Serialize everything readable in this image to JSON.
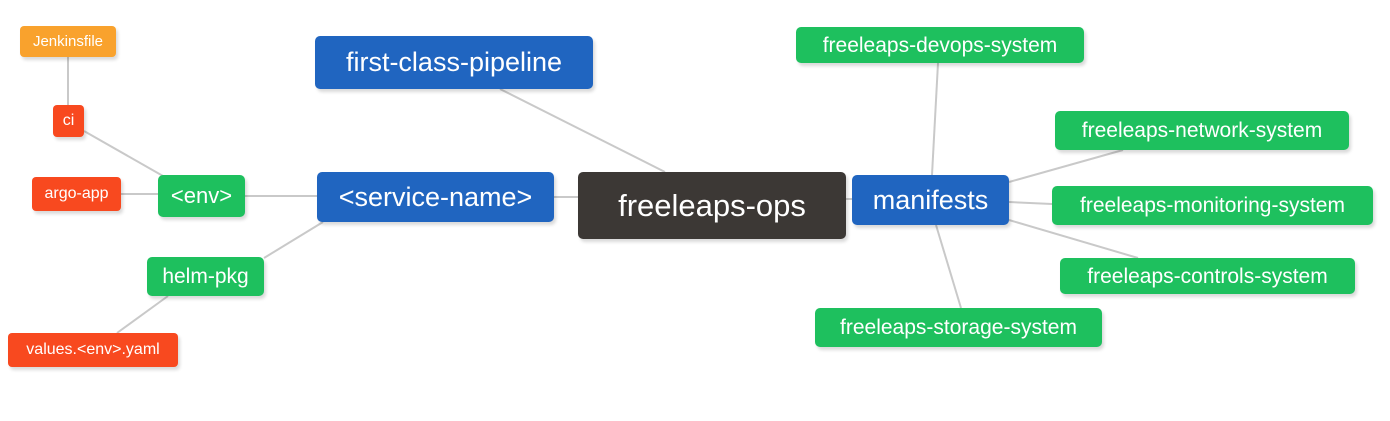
{
  "colors": {
    "background": "#ffffff",
    "edge": "#c9c9c9",
    "text": "#ffffff",
    "green": "#1ec05e",
    "blue": "#2065c0",
    "red": "#f8491f",
    "orange": "#f9a22d",
    "dark": "#3c3835"
  },
  "diagram": {
    "nodes": {
      "jenkinsfile": {
        "label": "Jenkinsfile"
      },
      "ci": {
        "label": "ci"
      },
      "argo_app": {
        "label": "argo-app"
      },
      "env": {
        "label": "<env>"
      },
      "helm_pkg": {
        "label": "helm-pkg"
      },
      "values_env_yaml": {
        "label": "values.<env>.yaml"
      },
      "first_class_pipeline": {
        "label": "first-class-pipeline"
      },
      "service_name": {
        "label": "<service-name>"
      },
      "freeleaps_ops": {
        "label": "freeleaps-ops"
      },
      "manifests": {
        "label": "manifests"
      },
      "devops_system": {
        "label": "freeleaps-devops-system"
      },
      "network_system": {
        "label": "freeleaps-network-system"
      },
      "monitoring_system": {
        "label": "freeleaps-monitoring-system"
      },
      "controls_system": {
        "label": "freeleaps-controls-system"
      },
      "storage_system": {
        "label": "freeleaps-storage-system"
      }
    },
    "edges": [
      {
        "from": "jenkinsfile",
        "to": "ci"
      },
      {
        "from": "ci",
        "to": "env"
      },
      {
        "from": "argo_app",
        "to": "env"
      },
      {
        "from": "env",
        "to": "service_name"
      },
      {
        "from": "helm_pkg",
        "to": "service_name"
      },
      {
        "from": "values_env_yaml",
        "to": "helm_pkg"
      },
      {
        "from": "first_class_pipeline",
        "to": "freeleaps_ops"
      },
      {
        "from": "service_name",
        "to": "freeleaps_ops"
      },
      {
        "from": "freeleaps_ops",
        "to": "manifests"
      },
      {
        "from": "manifests",
        "to": "devops_system"
      },
      {
        "from": "manifests",
        "to": "network_system"
      },
      {
        "from": "manifests",
        "to": "monitoring_system"
      },
      {
        "from": "manifests",
        "to": "controls_system"
      },
      {
        "from": "manifests",
        "to": "storage_system"
      }
    ]
  }
}
